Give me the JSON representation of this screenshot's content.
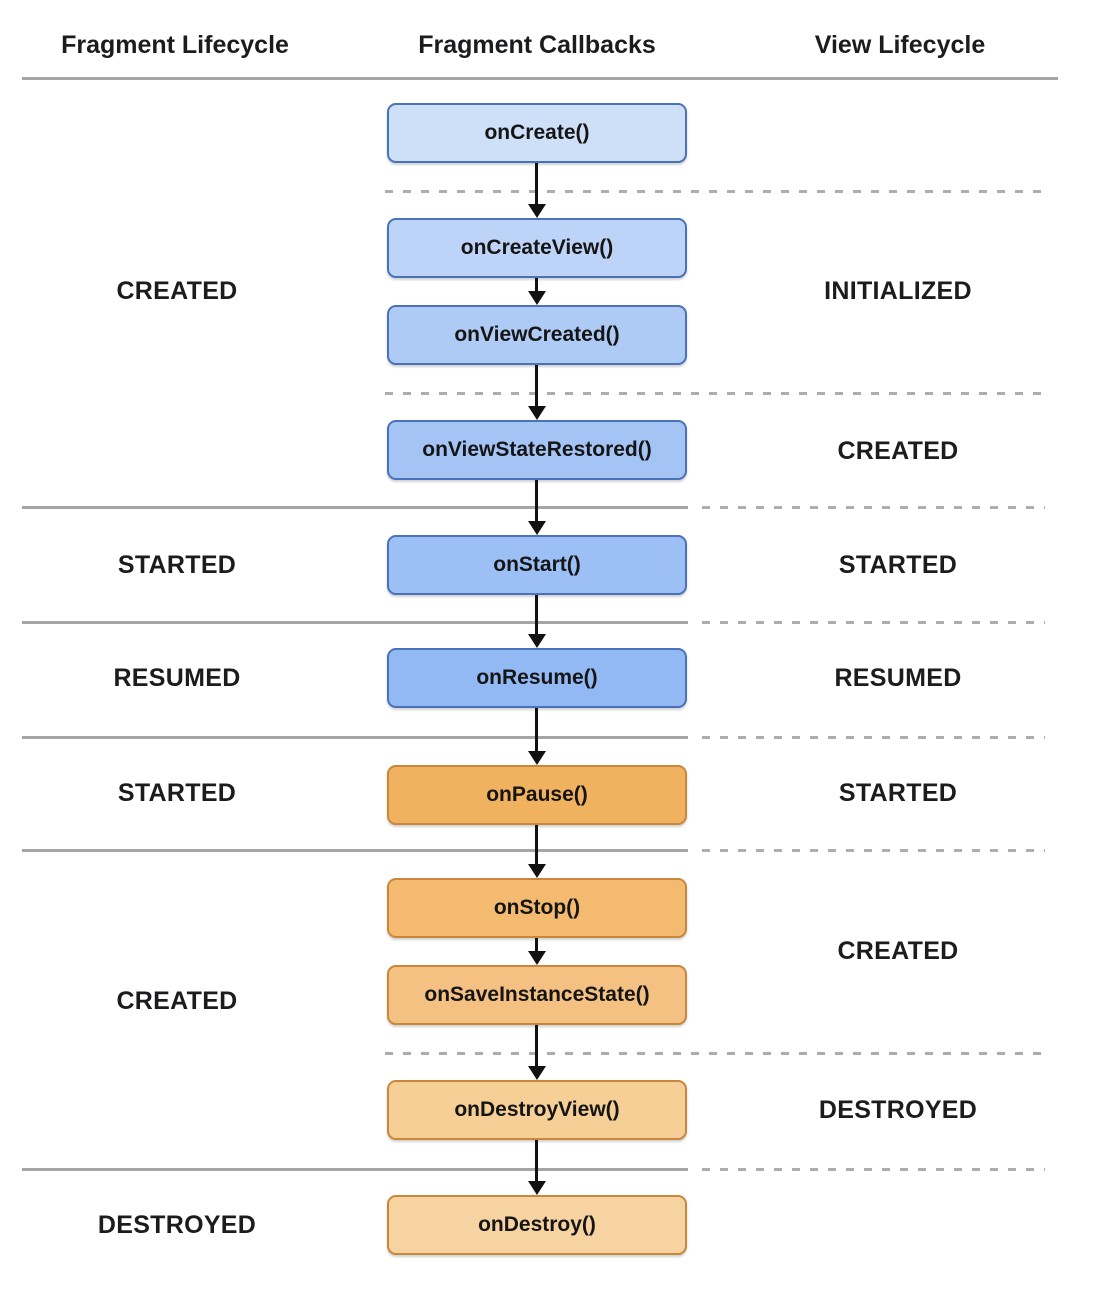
{
  "headers": [
    "Fragment Lifecycle",
    "Fragment Callbacks",
    "View Lifecycle"
  ],
  "callbacks": [
    "onCreate()",
    "onCreateView()",
    "onViewCreated()",
    "onViewStateRestored()",
    "onStart()",
    "onResume()",
    "onPause()",
    "onStop()",
    "onSaveInstanceState()",
    "onDestroyView()",
    "onDestroy()"
  ],
  "fragment_states": [
    "CREATED",
    "STARTED",
    "RESUMED",
    "STARTED",
    "CREATED",
    "DESTROYED"
  ],
  "view_states": [
    "INITIALIZED",
    "CREATED",
    "STARTED",
    "RESUMED",
    "STARTED",
    "CREATED",
    "DESTROYED"
  ],
  "colors": {
    "background": "#ffffff",
    "text": "#1c1c1e",
    "blue_border": "#4a72b8",
    "orange_border": "#c9873b",
    "blue_fills": [
      "#cedff8",
      "#bdd3f7",
      "#aecbf5",
      "#a3c4f5",
      "#9cbff5",
      "#92b9f4"
    ],
    "orange_fills": [
      "#f1b25f",
      "#f3ba70",
      "#f4c183",
      "#f6cf97",
      "#f7d3a2"
    ],
    "divider_solid_gray": "#a6a6a6",
    "divider_dash_gray": "#adadad",
    "arrow_black": "#111111"
  }
}
